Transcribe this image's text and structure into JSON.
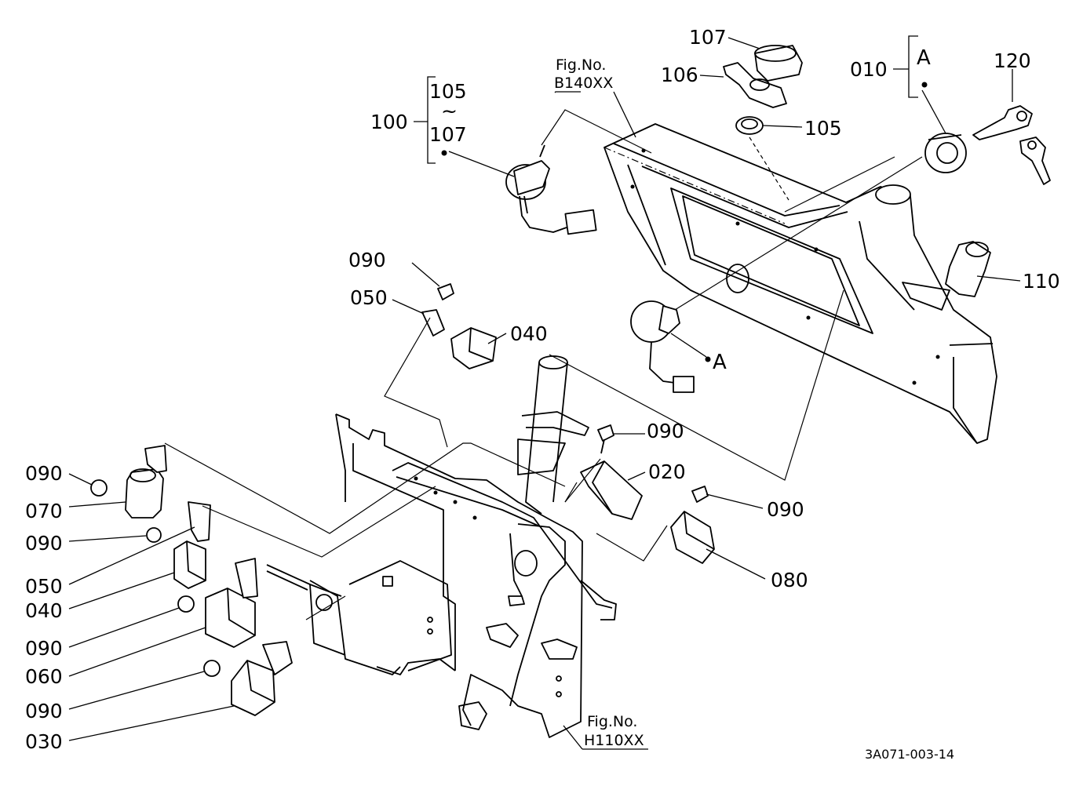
{
  "diagram": {
    "drawing_code": "3A071-003-14",
    "fig_refs": {
      "top": {
        "line1": "Fig.No.",
        "line2": "B140XX"
      },
      "bottom": {
        "line1": "Fig.No.",
        "line2": "H110XX"
      }
    },
    "callouts": {
      "c010": "010",
      "c020": "020",
      "c030": "030",
      "c040_left": "040",
      "c040_top": "040",
      "c050_left": "050",
      "c050_top": "050",
      "c060": "060",
      "c070": "070",
      "c080": "080",
      "c090_top": "090",
      "c090_left1": "090",
      "c090_left2": "090",
      "c090_left3": "090",
      "c090_left4": "090",
      "c090_mid": "090",
      "c090_right": "090",
      "c100": "100",
      "c105_bracket": "105",
      "c105": "105",
      "c106": "106",
      "c107_bracket": "107",
      "c107": "107",
      "c110": "110",
      "c120": "120"
    },
    "marks": {
      "tilde": "~",
      "a_bracket": "A",
      "a_switch": "A"
    }
  }
}
